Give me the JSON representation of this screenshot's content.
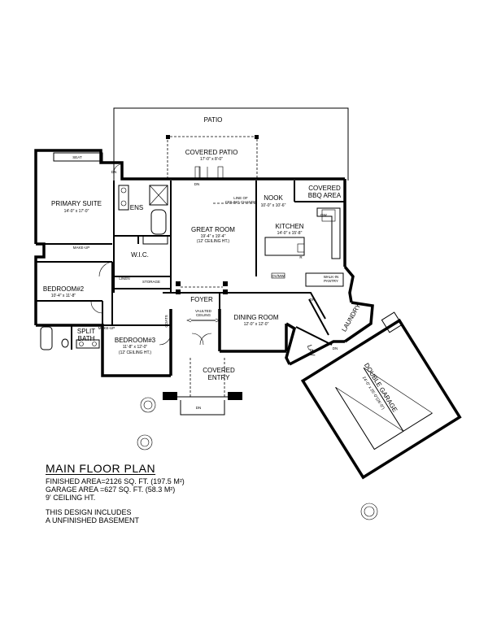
{
  "rooms": {
    "patio": "PATIO",
    "covered_patio": "COVERED PATIO",
    "covered_patio_dim": "17'-0\" x 8'-0\"",
    "covered_bbq_line1": "COVERED",
    "covered_bbq_line2": "BBQ AREA",
    "primary_suite": "PRIMARY SUITE",
    "primary_suite_dim": "14'-0\" x 17'-0\"",
    "seat": "SEAT",
    "ens": "ENS",
    "wic": "W.I.C.",
    "linen": "LINEN",
    "storage": "STORAGE",
    "makeup_1": "MAKE-UP",
    "makeup_2": "MAKE-UP",
    "great_room": "GREAT ROOM",
    "great_room_dim": "19'-4\" x 19'-4\"",
    "great_room_ceiling": "(12' CEILING HT.)",
    "ceiling_change_line1": "LINE OF",
    "ceiling_change_line2": "CEILING CHANGE",
    "nook": "NOOK",
    "nook_dim": "10'-0\" x 10'-6\"",
    "kitchen": "KITCHEN",
    "kitchen_dim": "14'-0\" x 15'-8\"",
    "dw": "DW",
    "r": "R",
    "oven_mw": "OV/MW",
    "walkin_pantry_line1": "WALK-IN",
    "walkin_pantry_line2": "PANTRY",
    "bedroom2": "BEDROOM#2",
    "bedroom2_dim": "10'-4\" x 11'-8\"",
    "split_bath_line1": "SPLIT",
    "split_bath_line2": "BATH",
    "bedroom3": "BEDROOM#3",
    "bedroom3_dim": "11'-8\" x 12'-0\"",
    "bedroom3_ceiling": "(12' CEILING HT.)",
    "foyer": "FOYER",
    "vaulted_line1": "VAULTED",
    "vaulted_line2": "CEILING",
    "coats": "COATS",
    "dining_room": "DINING ROOM",
    "dining_room_dim": "12'-0\" x 12'-0\"",
    "covered_entry_line1": "COVERED",
    "covered_entry_line2": "ENTRY",
    "laundry": "LAUNDRY",
    "lav": "LAV",
    "double_garage": "DOUBLE GARAGE",
    "double_garage_dim": "24'-0\" x 25'-0\"(26'-0\")",
    "dn_1": "DN",
    "dn_2": "DN",
    "dn_3": "DN",
    "dn_4": "DN",
    "dn_5": "DN"
  },
  "notes": {
    "title": "MAIN FLOOR PLAN",
    "finished_area": "FINISHED AREA=2126 SQ. FT. (197.5 M²)",
    "garage_area": "GARAGE AREA =627 SQ. FT. (58.3 M²)",
    "ceiling": "9' CEILING HT.",
    "basement_line1": "THIS DESIGN INCLUDES",
    "basement_line2": "A UNFINISHED BASEMENT"
  }
}
